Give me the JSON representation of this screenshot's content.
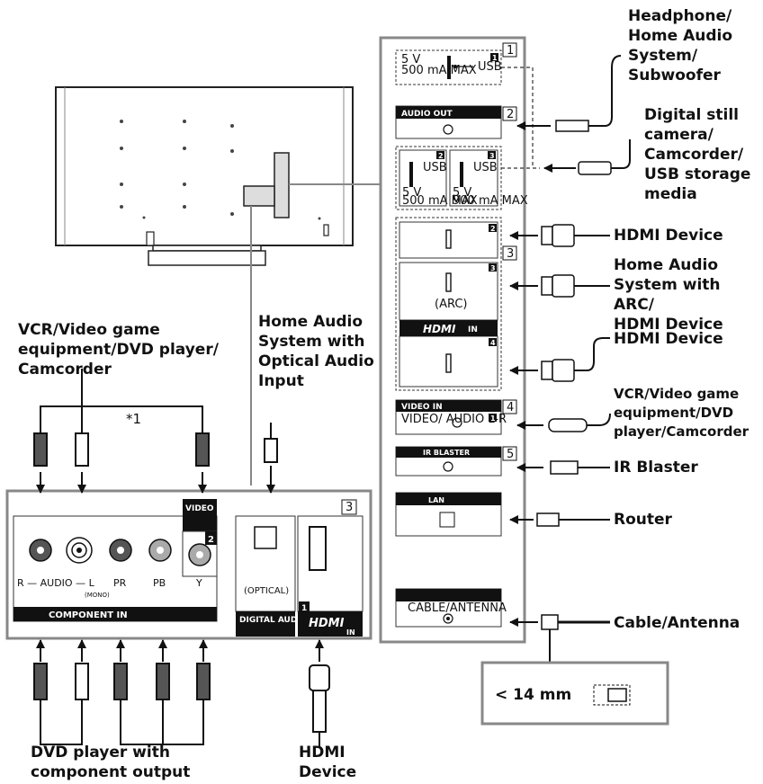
{
  "labels": {
    "headphone": "Headphone/\nHome Audio\nSystem/\nSubwoofer",
    "digital_camera": "Digital still\ncamera/\nCamcorder/\nUSB storage\nmedia",
    "hdmi_device_1": "HDMI Device",
    "home_audio_arc": "Home Audio\nSystem with ARC/\nHDMI Device",
    "hdmi_device_2": "HDMI Device",
    "vcr_right": "VCR/Video game\nequipment/DVD\nplayer/Camcorder",
    "ir_blaster": "IR Blaster",
    "router": "Router",
    "cable_antenna": "Cable/Antenna",
    "vcr_left": "VCR/Video game\nequipment/DVD player/\nCamcorder",
    "home_audio_optical": "Home Audio\nSystem with\nOptical Audio\nInput",
    "dvd_component": "DVD player with\ncomponent output",
    "hdmi_device_bottom": "HDMI\nDevice",
    "footnote": "*1",
    "connector_size": "< 14 mm"
  },
  "panel": {
    "usb1_voltage": "5 V",
    "usb1_current": "500 mA MAX",
    "usb1_label": "USB",
    "usb1_num": "1",
    "audio_out": "AUDIO OUT",
    "usb2_label": "USB",
    "usb2_voltage": "5 V",
    "usb2_current": "500 mA MAX",
    "usb2_num": "2",
    "usb3_label": "USB",
    "usb3_voltage": "5 V",
    "usb3_current": "900 mA MAX",
    "usb3_num": "3",
    "hdmi2_num": "2",
    "hdmi3_num": "3",
    "arc": "(ARC)",
    "hdmi_logo": "HDMI",
    "hdmi_in": "IN",
    "hdmi4_num": "4",
    "video_in": "VIDEO IN",
    "video_sub": "VIDEO/\nAUDIO L-R",
    "video_num": "1",
    "ir_blaster": "IR BLASTER",
    "lan": "LAN",
    "cable_antenna": "CABLE/ANTENNA",
    "box_nums": [
      "1",
      "2",
      "3",
      "4",
      "5"
    ]
  },
  "bottom_panel": {
    "box_num": "3",
    "video_in": "VIDEO IN",
    "video_in_num": "2",
    "audio_label": "R — AUDIO — L",
    "mono": "(MONO)",
    "pr": "PR",
    "pb": "PB",
    "y": "Y",
    "component_in": "COMPONENT IN",
    "optical": "(OPTICAL)",
    "digital_audio_out": "DIGITAL\nAUDIO OUT",
    "hdmi_num": "1",
    "hdmi_logo": "HDMI",
    "hdmi_in": "IN"
  }
}
